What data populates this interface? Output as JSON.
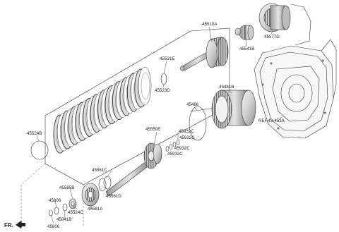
{
  "labels": {
    "p45510A": "45510A",
    "p45541B": "45541B",
    "p45577D": "45577D",
    "p45531E": "45531E",
    "p45523D": "45523D",
    "p45524B": "45524B",
    "p45481B": "45481B",
    "p45486": "45486",
    "p45550E": "45550E",
    "p45932C_a": "45932C",
    "p45932C_b": "45932C",
    "p45932C_c": "45932C",
    "p45932C_d": "45932C",
    "p45561C": "45561C",
    "p45561D": "45561D",
    "p45585B": "45585B",
    "p45806_a": "45806",
    "p45806_b": "45806",
    "p45524C": "45524C",
    "p45581A": "45581A",
    "p45841B": "45841B"
  },
  "reference": "REF.43-452A",
  "direction": "FR."
}
